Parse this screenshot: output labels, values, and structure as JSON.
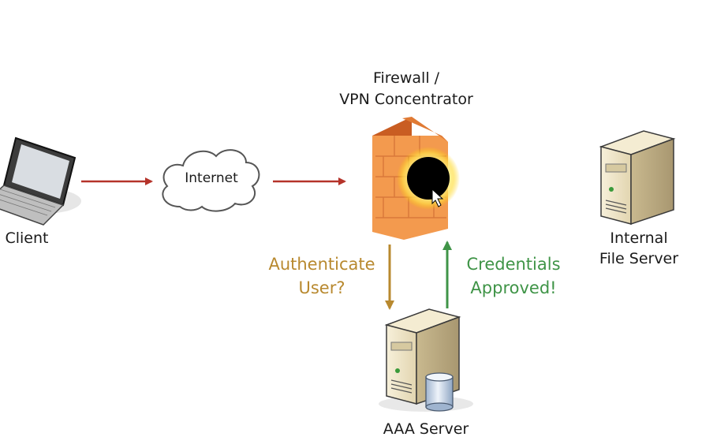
{
  "labels": {
    "client": "Client",
    "internet": "Internet",
    "firewall_line1": "Firewall /",
    "firewall_line2": "VPN Concentrator",
    "internal_line1": "Internal",
    "internal_line2": "File Server",
    "aaa": "AAA Server",
    "auth_line1": "Authenticate",
    "auth_line2": "User?",
    "cred_line1": "Credentials",
    "cred_line2": "Approved!"
  },
  "colors": {
    "red_arrow": "#b5332a",
    "amber": "#b8892f",
    "green": "#3f9447",
    "firewall_orange": "#f39a4e",
    "server_beige": "#ede3c6"
  },
  "icons": {
    "client": "laptop-icon",
    "internet": "cloud-icon",
    "firewall": "firewall-brick-wall-icon",
    "internal_server": "server-tower-icon",
    "aaa_server": "server-with-database-icon",
    "pointer": "mouse-pointer-icon"
  }
}
